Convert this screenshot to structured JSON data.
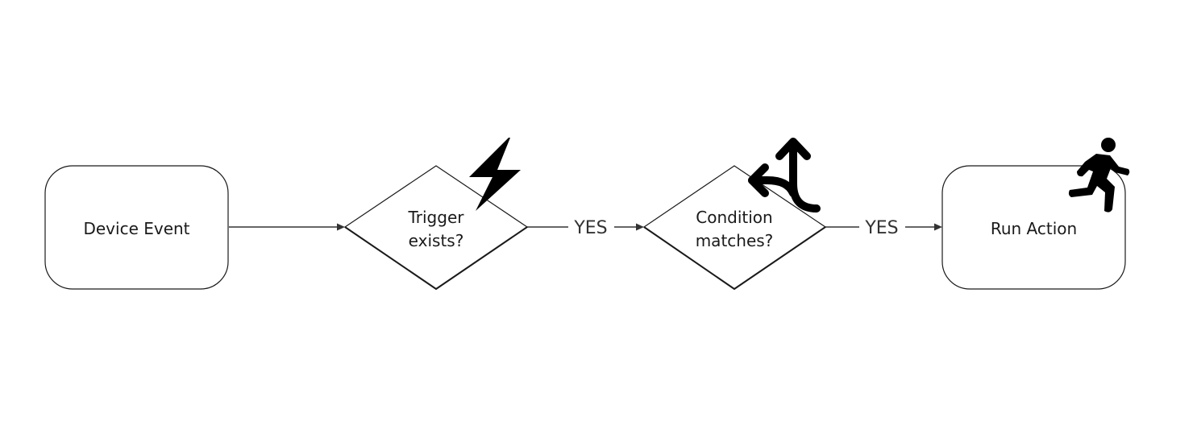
{
  "nodes": {
    "device_event": {
      "label": "Device Event"
    },
    "trigger": {
      "line1": "Trigger",
      "line2": "exists?",
      "icon": "lightning-bolt-icon"
    },
    "condition": {
      "line1": "Condition",
      "line2": "matches?",
      "icon": "branch-arrow-icon"
    },
    "run_action": {
      "label": "Run Action",
      "icon": "running-person-icon"
    }
  },
  "edges": {
    "trigger_to_condition": {
      "label": "YES"
    },
    "condition_to_action": {
      "label": "YES"
    }
  },
  "colors": {
    "stroke": "#1a1a1a",
    "edge": "#333333",
    "icon": "#000000",
    "background": "#ffffff"
  }
}
